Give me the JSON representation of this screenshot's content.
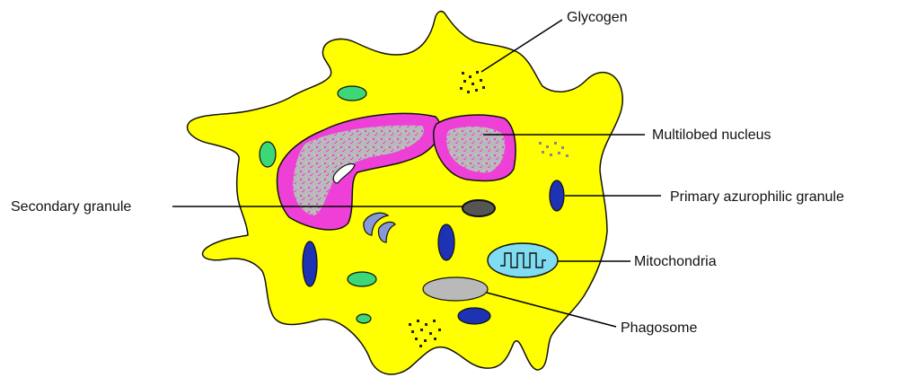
{
  "labels": {
    "glycogen": "Glycogen",
    "multilobed_nucleus": "Multilobed nucleus",
    "secondary_granule": "Secondary granule",
    "primary_azurophilic_granule": "Primary azurophilic granule",
    "mitochondria": "Mitochondria",
    "phagosome": "Phagosome"
  },
  "colors": {
    "cytoplasm": "#ffff00",
    "nucleus": "#ee3fd6",
    "chromatin": "#b9b9b9",
    "primary_granule": "#1e32b4",
    "green_organelle": "#3cd878",
    "mitochondria": "#80dcf0",
    "phagosome": "#b9b9b9",
    "secondary_granule": "#555555",
    "leader_line": "#000000"
  }
}
